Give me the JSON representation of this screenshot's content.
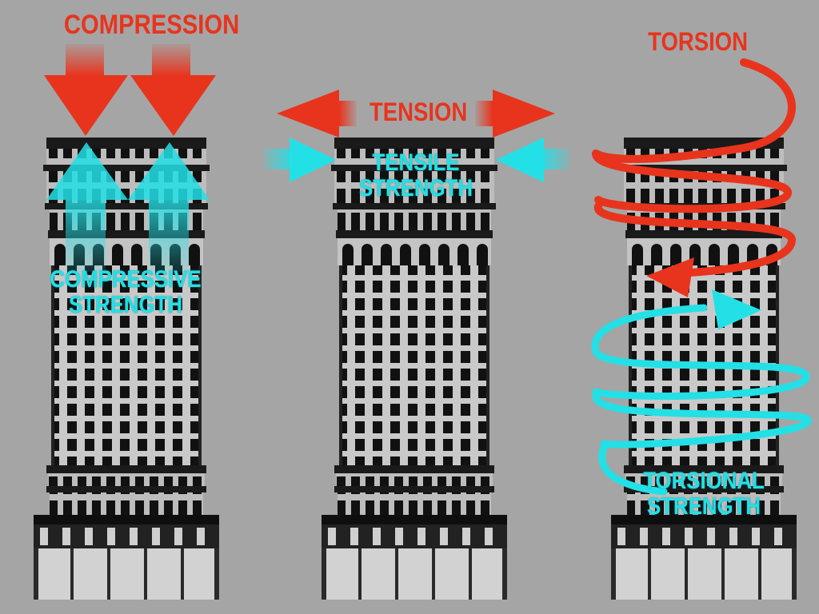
{
  "labels": {
    "compression": "COMPRESSION",
    "compressive_line1": "COMPRESSIVE",
    "compressive_line2": "STRENGTH",
    "tension": "TENSION",
    "tensile_line1": "TENSILE",
    "tensile_line2": "STRENGTH",
    "torsion": "TORSION",
    "torsional_line1": "TORSIONAL",
    "torsional_line2": "STRENGTH"
  },
  "colors": {
    "force": "#e8341d",
    "strength": "#23e0e6",
    "background": "#a5a5a5",
    "building": "#151515"
  },
  "icons": [
    "compression-arrow-icon",
    "tension-arrow-icon",
    "torsion-spiral-icon"
  ]
}
